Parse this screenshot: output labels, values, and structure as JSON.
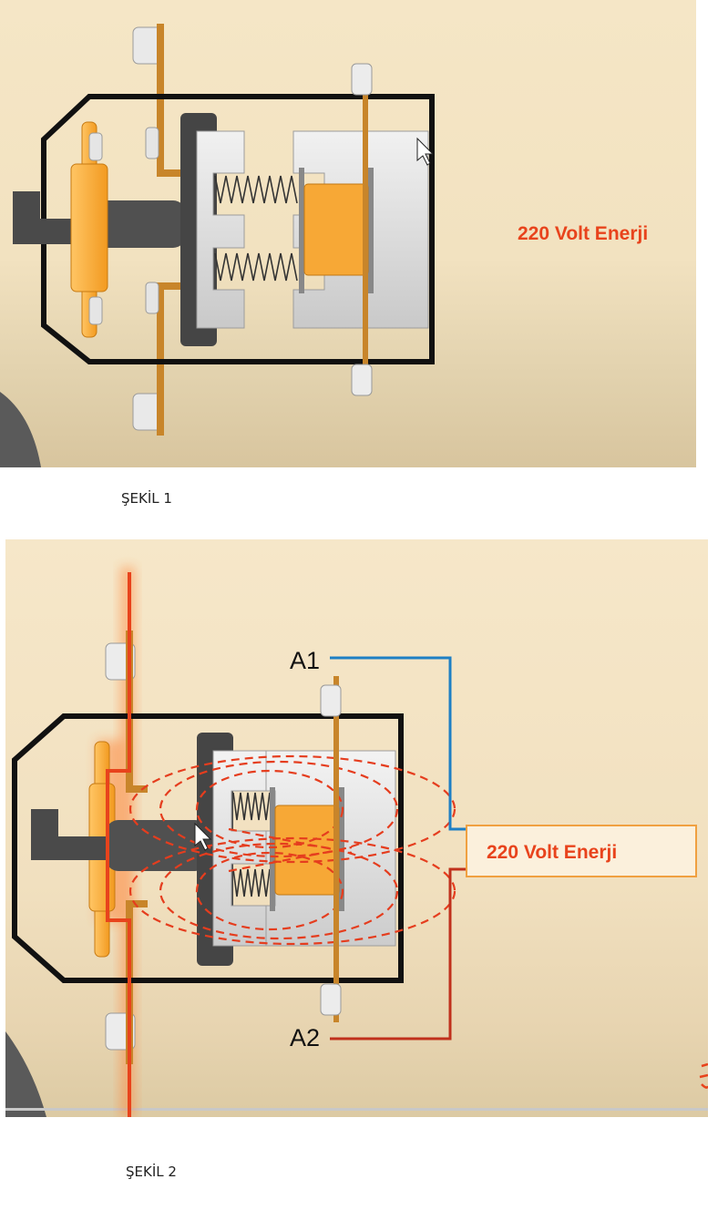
{
  "figure1": {
    "energy_label": "220 Volt Enerji",
    "caption": "ŞEKİL 1"
  },
  "figure2": {
    "energy_label": "220 Volt Enerji",
    "terminal_a1": "A1",
    "terminal_a2": "A2",
    "caption": "ŞEKİL 2"
  },
  "colors": {
    "frame": "#111111",
    "contact_copper": "#c8852a",
    "armature_orange": "#f7a836",
    "core_grey": "#dcdcdc",
    "pusher_dark": "#4a4a4a",
    "energy_red": "#e8431c",
    "wire_blue": "#1e7fc4",
    "wire_red": "#c0301c",
    "magnetic_field_red": "#e53d1e",
    "label_box_border": "#f0a040"
  }
}
